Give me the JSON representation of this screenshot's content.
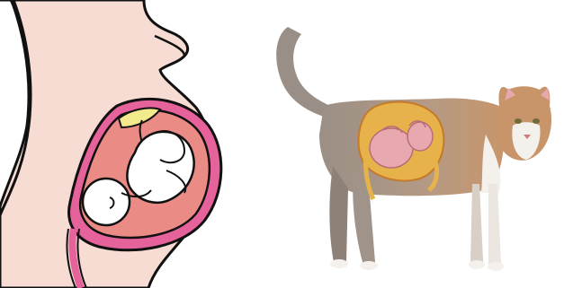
{
  "figure": {
    "panels": [
      {
        "id": "human",
        "subject": "pregnant-human-illustration"
      },
      {
        "id": "cat",
        "subject": "pregnant-cat-illustration"
      }
    ]
  },
  "colors": {
    "skin": "#f6dcd2",
    "outline": "#111111",
    "uterus_outer": "#e5629a",
    "uterus_cavity": "#ea8b86",
    "placenta": "#f3ea8d",
    "fetus": "#ffffff",
    "cat_fur_gray": "#9a8f86",
    "cat_fur_ginger": "#c8956a",
    "cat_white": "#f4f0ec",
    "cat_uterus_yellow": "#e8b24a",
    "cat_kitten_pink": "#e8a8b0"
  }
}
